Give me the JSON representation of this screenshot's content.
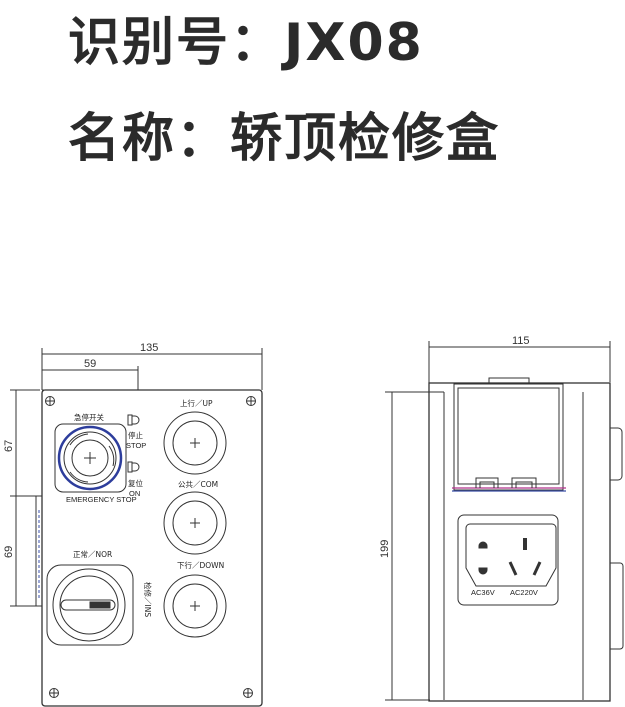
{
  "header": {
    "id_line": "识别号：JX08",
    "name_line": "名称：轿顶检修盒"
  },
  "front_view": {
    "dim_width": "135",
    "dim_offset": "59",
    "dim_upper_height": "67",
    "dim_lower_height": "69",
    "emergency_stop_cn": "急停开关",
    "emergency_stop_en": "EMERGENCY STOP",
    "stop_cn": "停止",
    "stop_en": "STOP",
    "reset_cn": "复位",
    "reset_en": "ON",
    "up_label": "上行／UP",
    "com_label": "公共／COM",
    "down_label": "下行／DOWN",
    "normal_label": "正常／NOR",
    "inspection_label": "检修／INS"
  },
  "side_view": {
    "dim_width": "115",
    "dim_height": "199",
    "socket_36v": "AC36V",
    "socket_220v": "AC220V"
  }
}
